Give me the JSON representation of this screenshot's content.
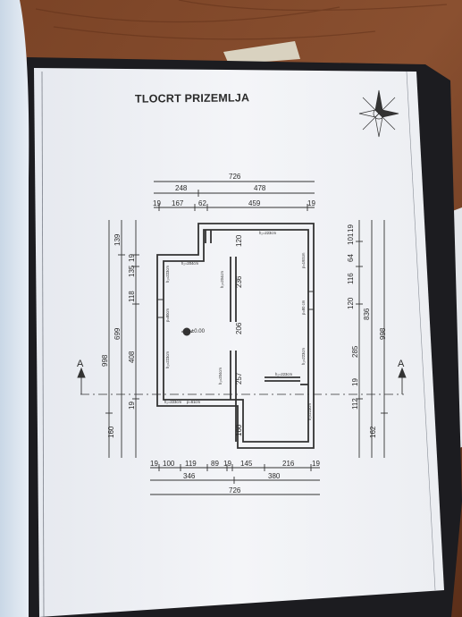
{
  "plan": {
    "title": "TLOCRT PRIZEMLJA",
    "elevation": "±0.00",
    "section_letter": "A",
    "top_dims": [
      "726",
      "248",
      "478",
      "19",
      "167",
      "62",
      "459",
      "19"
    ],
    "bottom_dims": [
      "19",
      "100",
      "119",
      "89",
      "19",
      "145",
      "216",
      "19",
      "346",
      "380",
      "726"
    ],
    "left_dims": [
      "998",
      "139",
      "699",
      "135",
      "19",
      "118",
      "408",
      "19",
      "160"
    ],
    "right_dims": [
      "101",
      "19",
      "64",
      "116",
      "120",
      "836",
      "285",
      "19",
      "112",
      "998",
      "162"
    ],
    "inner_dims": [
      "120",
      "236",
      "206",
      "257",
      "160"
    ],
    "room_notes": [
      "h₂=223cm",
      "h₂=204cm",
      "h₂=223cm",
      "h₂=204cm",
      "p=80cm",
      "h₂=223cm",
      "h₂=204cm",
      "h₂=223cm",
      "p=61cm",
      "h₂=223cm",
      "p=192cm",
      "p=80 cm",
      "h₂=223cm",
      "h₂=223cm",
      "h₂=223cm"
    ]
  }
}
